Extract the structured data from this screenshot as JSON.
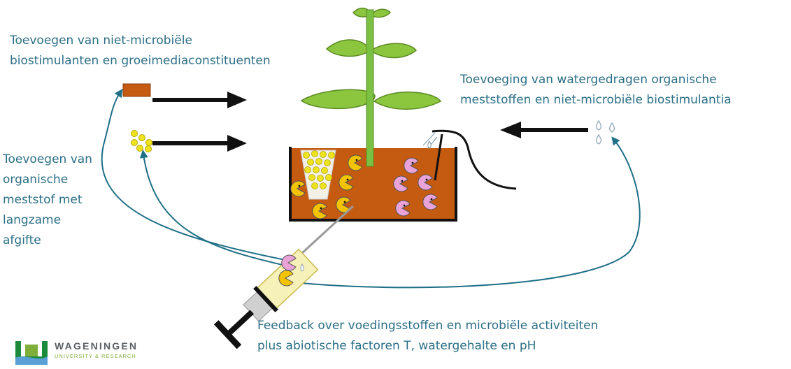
{
  "labels": {
    "non_microbial_solid": [
      "Toevoegen van niet-microbiële",
      "biostimulanten en groeimediaconstituenten"
    ],
    "slow_release": [
      "Toevoegen van",
      "organische",
      "meststof met",
      "langzame",
      "afgifte"
    ],
    "water_borne": [
      "Toevoeging van watergedragen organische",
      "meststoffen en niet-microbiële biostimulantia"
    ],
    "feedback": [
      "Feedback over voedingsstoffen en microbiële activiteiten",
      "plus abiotische factoren T, watergehalte en pH"
    ]
  },
  "logo": {
    "name": "WAGENINGEN",
    "sub": "UNIVERSITY & RESEARCH"
  },
  "colors": {
    "text": "#2c6f86",
    "soil": "#c55a11",
    "leaf": "#8cc63f",
    "stem": "#7ac143",
    "yellow_microbe": "#f3c300",
    "pink_microbe": "#e9a3d8",
    "arrow": "#111111",
    "feedback_line": "#1f6f87"
  },
  "icons": [
    "plant-icon",
    "pot-icon",
    "syringe-icon",
    "droplet-icon",
    "fertilizer-block-icon",
    "granule-icon",
    "pacman-microbe-icon",
    "logo-icon"
  ]
}
